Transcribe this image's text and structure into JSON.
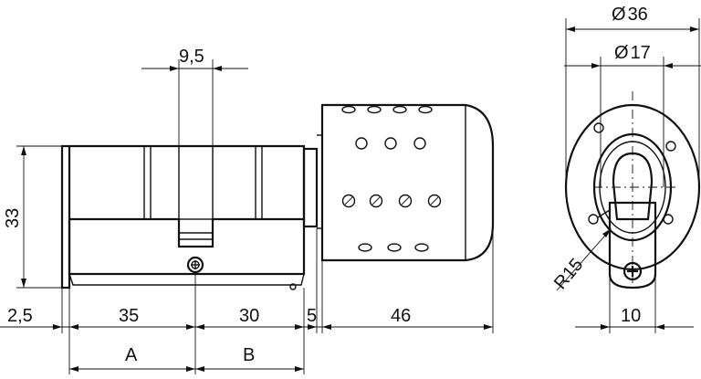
{
  "dimensions": {
    "top_width": "9,5",
    "height": "33",
    "offset": "2,5",
    "part_a_length": "35",
    "part_b_length": "30",
    "gap": "5",
    "knob_length": "46",
    "label_a": "A",
    "label_b": "B",
    "outer_diameter": "36",
    "inner_diameter": "17",
    "radius": "R15",
    "cam_width": "10"
  },
  "symbols": {
    "diameter_symbol": "Ø"
  }
}
